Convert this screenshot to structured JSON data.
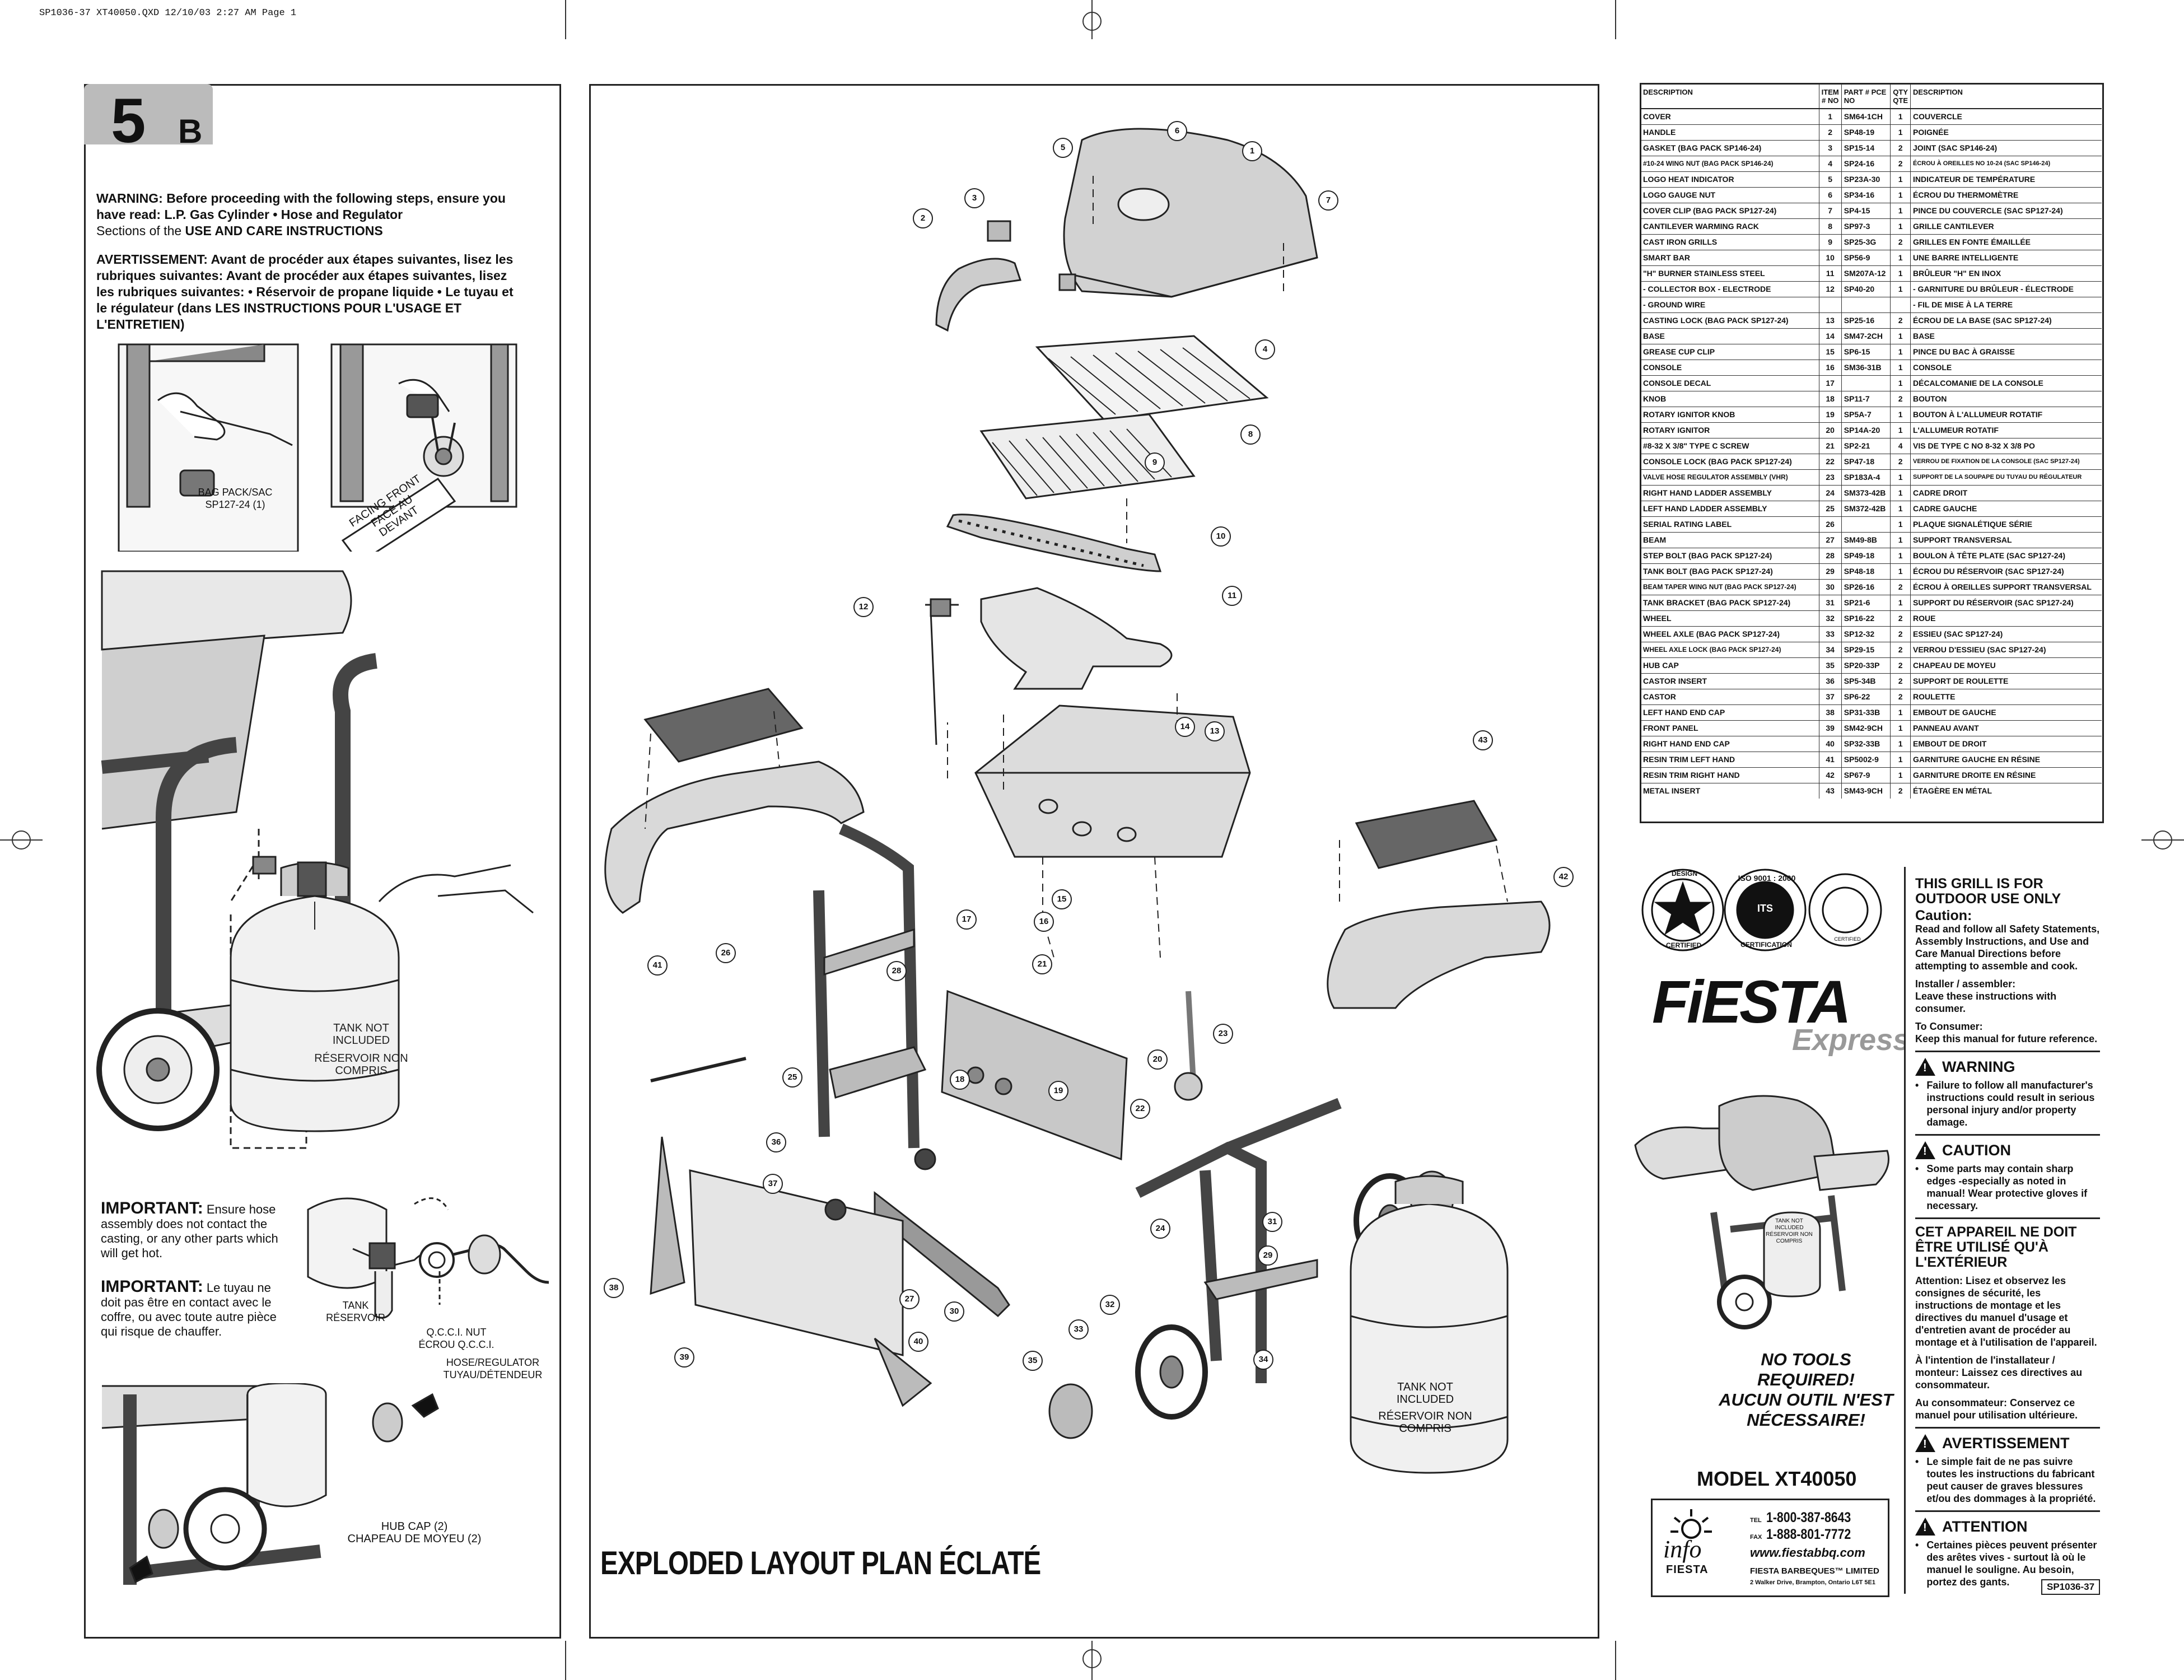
{
  "header": "SP1036-37 XT40050.QXD  12/10/03  2:27 AM  Page 1",
  "step": {
    "number": "5",
    "suffix": "B"
  },
  "warning": {
    "en_bold": "WARNING: Before proceeding with the following steps, ensure you have read:  L.P. Gas Cylinder  • Hose and Regulator",
    "en_tail_pre": "Sections of the ",
    "en_tail_bold": "USE AND CARE INSTRUCTIONS",
    "fr": "AVERTISSEMENT: Avant de procéder aux étapes suivantes, lisez les rubriques suivantes: Avant de procéder aux étapes suivantes, lisez les rubriques suivantes: • Réservoir de propane liquide  • Le tuyau et le régulateur (dans LES INSTRUCTIONS POUR L'USAGE ET L'ENTRETIEN)"
  },
  "left_labels": {
    "bag_pack": "BAG PACK/SAC SP127-24 (1)",
    "facing_front": "FACING FRONT",
    "face_au_devant": "FACE AU DEVANT",
    "tank_not_included_1": "TANK NOT INCLUDED",
    "reservoir_non_compris_1": "RÉSERVOIR NON COMPRIS",
    "important_en_head": "IMPORTANT:",
    "important_en": " Ensure hose assembly does not contact the casting, or any other parts which will get hot.",
    "important_fr_head": "IMPORTANT:",
    "important_fr": " Le tuyau ne doit pas être en contact avec le coffre, ou avec toute autre pièce qui risque de chauffer.",
    "tank_reservoir": "TANK RÉSERVOIR",
    "qcci": "Q.C.C.I. NUT ÉCROU Q.C.C.I.",
    "hose_regulator": "HOSE/REGULATOR TUYAU/DÉTENDEUR",
    "hub_cap": "HUB CAP (2)",
    "chapeau_moyeu": "CHAPEAU DE MOYEU (2)"
  },
  "diagram": {
    "title": "EXPLODED LAYOUT    PLAN ÉCLATÉ",
    "tank_not_included_2": "TANK NOT INCLUDED",
    "reservoir_non_compris_2": "RÉSERVOIR NON COMPRIS",
    "callouts": [
      "1",
      "2",
      "3",
      "4",
      "5",
      "6",
      "7",
      "8",
      "9",
      "10",
      "11",
      "12",
      "13",
      "14",
      "15",
      "16",
      "17",
      "18",
      "19",
      "20",
      "21",
      "22",
      "23",
      "24",
      "25",
      "26",
      "27",
      "28",
      "29",
      "30",
      "31",
      "32",
      "33",
      "34",
      "35",
      "36",
      "37",
      "38",
      "39",
      "40",
      "41",
      "42",
      "43"
    ]
  },
  "parts_table": {
    "headers": {
      "desc": "DESCRIPTION",
      "item": "ITEM # NO",
      "part": "PART # PCE NO",
      "qty": "QTY QTE",
      "desc_fr": "DESCRIPTION"
    },
    "rows": [
      [
        "COVER",
        "1",
        "SM64-1CH",
        "1",
        "COUVERCLE"
      ],
      [
        "HANDLE",
        "2",
        "SP48-19",
        "1",
        "POIGNÉE"
      ],
      [
        "GASKET (BAG PACK SP146-24)",
        "3",
        "SP15-14",
        "2",
        "JOINT (SAC SP146-24)"
      ],
      [
        "#10-24 WING NUT (BAG PACK SP146-24)",
        "4",
        "SP24-16",
        "2",
        "ÉCROU À OREILLES NO 10-24 (SAC SP146-24)"
      ],
      [
        "LOGO HEAT INDICATOR",
        "5",
        "SP23A-30",
        "1",
        "INDICATEUR DE TEMPÉRATURE"
      ],
      [
        "LOGO GAUGE NUT",
        "6",
        "SP34-16",
        "1",
        "ÉCROU DU THERMOMÈTRE"
      ],
      [
        "COVER CLIP  (BAG PACK SP127-24)",
        "7",
        "SP4-15",
        "1",
        "PINCE DU COUVERCLE (SAC SP127-24)"
      ],
      [
        "CANTILEVER WARMING RACK",
        "8",
        "SP97-3",
        "1",
        "GRILLE CANTILEVER"
      ],
      [
        "CAST IRON GRILLS",
        "9",
        "SP25-3G",
        "2",
        "GRILLES EN FONTE ÉMAILLÉE"
      ],
      [
        "SMART BAR",
        "10",
        "SP56-9",
        "1",
        "UNE BARRE INTELLIGENTE"
      ],
      [
        "\"H\" BURNER STAINLESS STEEL",
        "11",
        "SM207A-12",
        "1",
        "BRÛLEUR \"H\" EN INOX"
      ],
      [
        "- COLLECTOR BOX - ELECTRODE",
        "12",
        "SP40-20",
        "1",
        "- GARNITURE DU BRÛLEUR - ÉLECTRODE"
      ],
      [
        "- GROUND WIRE",
        "",
        "",
        "",
        "- FIL DE MISE À LA TERRE"
      ],
      [
        "CASTING LOCK  (BAG PACK SP127-24)",
        "13",
        "SP25-16",
        "2",
        "ÉCROU DE LA BASE (SAC SP127-24)"
      ],
      [
        "BASE",
        "14",
        "SM47-2CH",
        "1",
        "BASE"
      ],
      [
        "GREASE CUP CLIP",
        "15",
        "SP6-15",
        "1",
        "PINCE DU BAC À GRAISSE"
      ],
      [
        "CONSOLE",
        "16",
        "SM36-31B",
        "1",
        "CONSOLE"
      ],
      [
        "CONSOLE DECAL",
        "17",
        "",
        "1",
        "DÉCALCOMANIE DE LA CONSOLE"
      ],
      [
        "KNOB",
        "18",
        "SP11-7",
        "2",
        "BOUTON"
      ],
      [
        "ROTARY IGNITOR KNOB",
        "19",
        "SP5A-7",
        "1",
        "BOUTON À L'ALLUMEUR ROTATIF"
      ],
      [
        "ROTARY IGNITOR",
        "20",
        "SP14A-20",
        "1",
        "L'ALLUMEUR ROTATIF"
      ],
      [
        "#8-32 X 3/8\" TYPE C SCREW",
        "21",
        "SP2-21",
        "4",
        "VIS DE TYPE C NO 8-32 X 3/8 PO"
      ],
      [
        "CONSOLE LOCK (BAG PACK SP127-24)",
        "22",
        "SP47-18",
        "2",
        "VERROU DE FIXATION DE LA CONSOLE (SAC SP127-24)"
      ],
      [
        "VALVE HOSE REGULATOR ASSEMBLY (VHR)",
        "23",
        "SP183A-4",
        "1",
        "SUPPORT DE LA SOUPAPE DU TUYAU DU RÉGULATEUR"
      ],
      [
        "RIGHT HAND LADDER ASSEMBLY",
        "24",
        "SM373-42B",
        "1",
        "CADRE DROIT"
      ],
      [
        "LEFT HAND LADDER ASSEMBLY",
        "25",
        "SM372-42B",
        "1",
        "CADRE GAUCHE"
      ],
      [
        "SERIAL RATING LABEL",
        "26",
        "",
        "1",
        "PLAQUE SIGNALÉTIQUE SÉRIE"
      ],
      [
        "BEAM",
        "27",
        "SM49-8B",
        "1",
        "SUPPORT TRANSVERSAL"
      ],
      [
        "STEP BOLT (BAG PACK SP127-24)",
        "28",
        "SP49-18",
        "1",
        "BOULON À TÊTE PLATE (SAC SP127-24)"
      ],
      [
        "TANK BOLT (BAG PACK SP127-24)",
        "29",
        "SP48-18",
        "1",
        "ÉCROU DU RÉSERVOIR (SAC SP127-24)"
      ],
      [
        "BEAM TAPER WING NUT (BAG PACK SP127-24)",
        "30",
        "SP26-16",
        "2",
        "ÉCROU À OREILLES SUPPORT TRANSVERSAL"
      ],
      [
        "TANK BRACKET (BAG PACK SP127-24)",
        "31",
        "SP21-6",
        "1",
        "SUPPORT DU RÉSERVOIR (SAC SP127-24)"
      ],
      [
        "WHEEL",
        "32",
        "SP16-22",
        "2",
        "ROUE"
      ],
      [
        "WHEEL AXLE (BAG PACK SP127-24)",
        "33",
        "SP12-32",
        "2",
        "ESSIEU (SAC SP127-24)"
      ],
      [
        "WHEEL AXLE LOCK (BAG PACK SP127-24)",
        "34",
        "SP29-15",
        "2",
        "VERROU D'ESSIEU (SAC SP127-24)"
      ],
      [
        "HUB CAP",
        "35",
        "SP20-33P",
        "2",
        "CHAPEAU DE MOYEU"
      ],
      [
        "CASTOR INSERT",
        "36",
        "SP5-34B",
        "2",
        "SUPPORT DE ROULETTE"
      ],
      [
        "CASTOR",
        "37",
        "SP6-22",
        "2",
        "ROULETTE"
      ],
      [
        "LEFT HAND END CAP",
        "38",
        "SP31-33B",
        "1",
        "EMBOUT DE GAUCHE"
      ],
      [
        "FRONT PANEL",
        "39",
        "SM42-9CH",
        "1",
        "PANNEAU AVANT"
      ],
      [
        "RIGHT HAND END CAP",
        "40",
        "SP32-33B",
        "1",
        "EMBOUT DE DROIT"
      ],
      [
        "RESIN TRIM LEFT HAND",
        "41",
        "SP5002-9",
        "1",
        "GARNITURE GAUCHE EN RÉSINE"
      ],
      [
        "RESIN TRIM RIGHT HAND",
        "42",
        "SP67-9",
        "1",
        "GARNITURE DROITE EN RÉSINE"
      ],
      [
        "METAL INSERT",
        "43",
        "SM43-9CH",
        "2",
        "ÉTAGÈRE EN MÉTAL"
      ]
    ]
  },
  "badges": {
    "design_top": "DESIGN",
    "design_bottom": "CERTIFIED",
    "iso": "ISO 9001 : 2000",
    "iso_bottom": "CERTIFICATION",
    "its": "ITS",
    "csa_bottom": "CERTIFIED"
  },
  "brand": {
    "name": "FiESTA",
    "sub": "Express"
  },
  "no_tools": {
    "en": "NO TOOLS REQUIRED!",
    "fr": "AUCUN OUTIL N'EST NÉCESSAIRE!"
  },
  "model": "MODEL XT40050",
  "product_tank": "TANK NOT INCLUDED RÉSERVOIR NON COMPRIS",
  "contact": {
    "logo_top": "info",
    "logo_bottom": "FIESTA",
    "tel_label": "TEL",
    "tel": "1-800-387-8643",
    "fax_label": "FAX",
    "fax": "1-888-801-7772",
    "web": "www.fiestabbq.com",
    "company": "FIESTA BARBEQUES™ LIMITED",
    "address": "2 Walker Drive, Brampton, Ontario  L6T 5E1"
  },
  "right_col": {
    "outdoor_title": "THIS GRILL IS FOR OUTDOOR USE ONLY",
    "caution_head": "Caution:",
    "caution_text": "Read and follow all Safety Statements, Assembly Instructions, and Use and Care Manual Directions before attempting to assemble and cook.",
    "installer": "Installer / assembler:",
    "installer_text": "Leave these instructions with consumer.",
    "consumer": "To Consumer:",
    "consumer_text": "Keep this manual for future reference.",
    "warning_head": "WARNING",
    "warning_text": "Failure to follow all manufacturer's instructions could result in serious personal injury and/or property damage.",
    "caution2_head": "CAUTION",
    "caution2_text": "Some parts may contain sharp edges -especially as noted in manual! Wear protective gloves if necessary.",
    "fr_title": "CET APPAREIL NE DOIT ÊTRE UTILISÉ QU'À L'EXTÉRIEUR",
    "fr_attention": "Attention: Lisez et observez les consignes de sécurité, les instructions de montage et les directives du manuel d'usage et d'entretien avant de procéder au montage et à l'utilisation de l'appareil.",
    "fr_installer": "À l'intention de l'installateur / monteur: Laissez ces directives au consommateur.",
    "fr_consumer": "Au consommateur: Conservez ce manuel pour utilisation ultérieure.",
    "avert_head": "AVERTISSEMENT",
    "avert_text": "Le simple fait de ne pas suivre toutes les instructions du fabricant peut causer de graves blessures et/ou des dommages à la propriété.",
    "attention_head": "ATTENTION",
    "attention_text": "Certaines pièces peuvent présenter des arêtes vives - surtout là où le manuel le souligne. Au besoin, portez des gants."
  },
  "doc_code": "SP1036-37"
}
